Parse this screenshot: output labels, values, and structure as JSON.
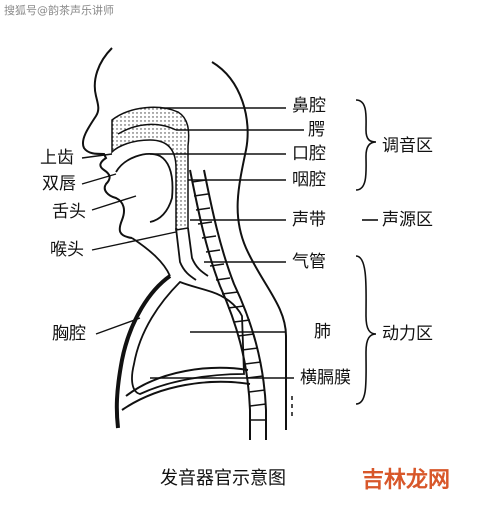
{
  "watermark": "搜狐号@韵茶声乐讲师",
  "labels": {
    "nasal_cavity": "鼻腔",
    "palate": "腭",
    "oral_cavity": "口腔",
    "pharynx": "咽腔",
    "vocal_cords": "声带",
    "trachea": "气管",
    "lungs": "肺",
    "diaphragm": "横膈膜",
    "upper_teeth": "上齿",
    "lips": "双唇",
    "tongue": "舌头",
    "larynx": "喉头",
    "chest": "胸腔"
  },
  "zones": {
    "resonance": "调音区",
    "source": "声源区",
    "power": "动力区"
  },
  "caption": "发音器官示意图",
  "brand": "吉林龙网",
  "colors": {
    "line": "#111111",
    "brand": "#d8572a",
    "watermark": "#8a8a8a"
  }
}
